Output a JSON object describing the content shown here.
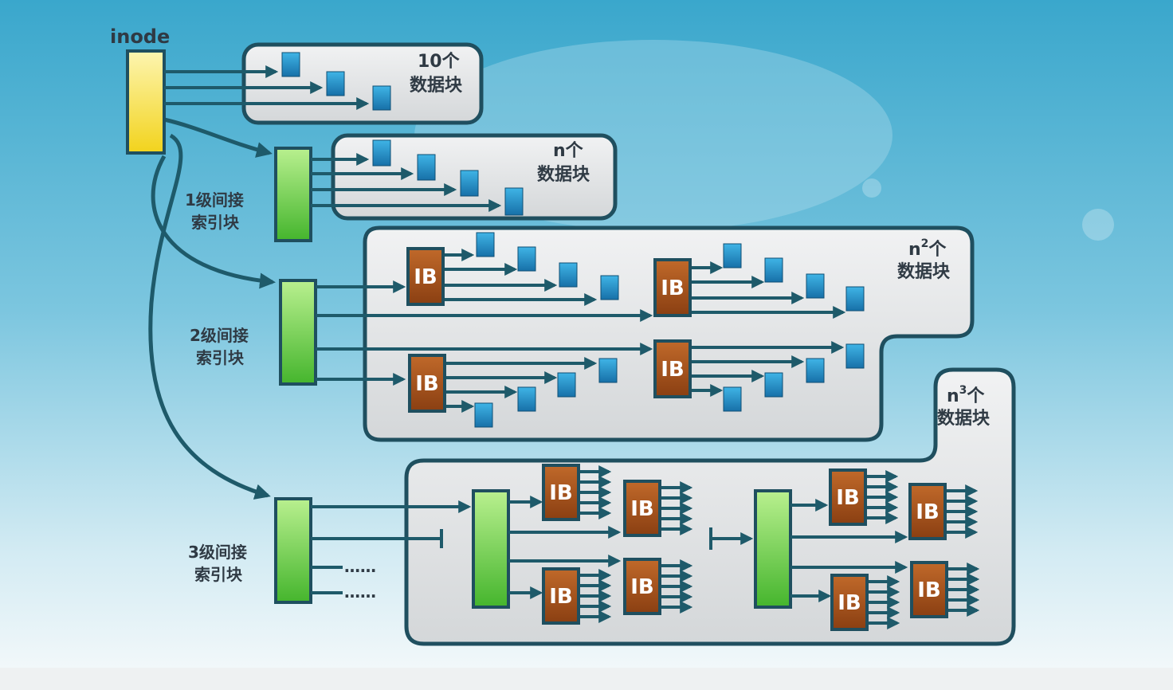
{
  "inode_label": "inode",
  "ib_label": "IB",
  "ellipsis": "……",
  "groups": {
    "direct": {
      "count": "10个",
      "unit": "数据块"
    },
    "single": {
      "count": "n个",
      "unit": "数据块",
      "label_line1": "1级间接",
      "label_line2": "索引块"
    },
    "double": {
      "count_base": "n",
      "count_sup": "2",
      "count_suffix": "个",
      "unit": "数据块",
      "label_line1": "2级间接",
      "label_line2": "索引块"
    },
    "triple": {
      "count_base": "n",
      "count_sup": "3",
      "count_suffix": "个",
      "unit": "数据块",
      "label_line1": "3级间接",
      "label_line2": "索引块"
    }
  },
  "colors": {
    "background_top": "#4fb3d4",
    "background_bottom": "#f4f8fa",
    "panel_fill": "#e2e4e6",
    "panel_border": "#1f4f5f",
    "arrow": "#1e5a6a",
    "inode_block": "#f7e24a",
    "index_block": "#63c843",
    "data_block": "#1d8fc4",
    "ib_block": "#a5521c"
  }
}
